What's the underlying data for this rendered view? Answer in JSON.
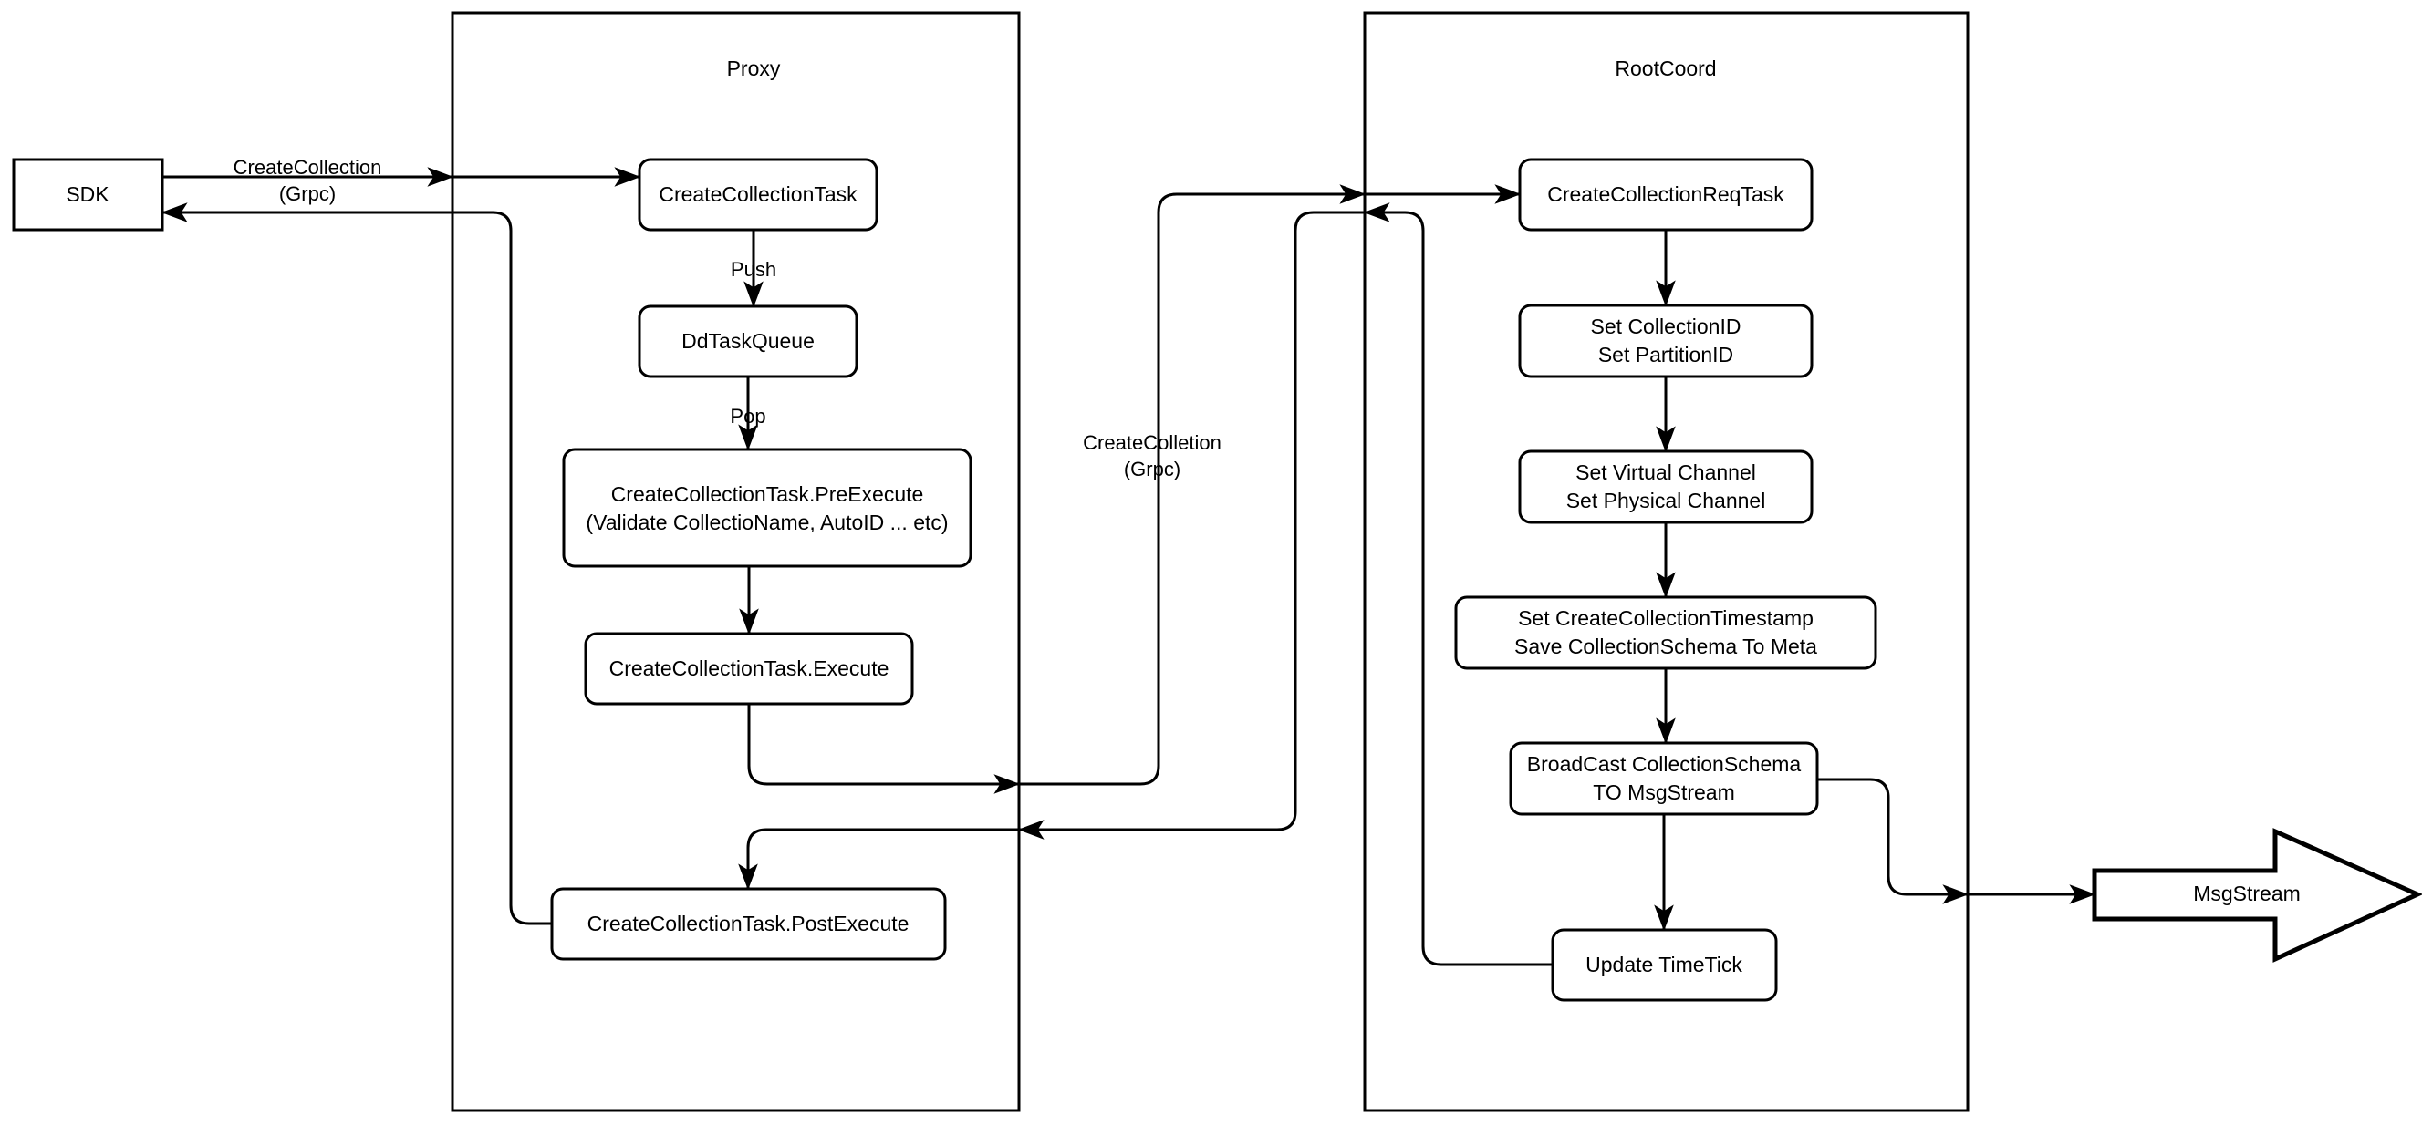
{
  "diagram": {
    "title": "CreateCollection flow",
    "background_color": "#ffffff",
    "line_color": "#000000"
  },
  "containers": [
    {
      "id": "proxy",
      "label": "Proxy"
    },
    {
      "id": "rootcoord",
      "label": "RootCoord"
    }
  ],
  "external_nodes": [
    {
      "id": "sdk",
      "label": "SDK",
      "shape": "rect"
    },
    {
      "id": "msgstream",
      "label": "MsgStream",
      "shape": "block-arrow"
    }
  ],
  "proxy_nodes": [
    {
      "id": "create_collection_task",
      "label": "CreateCollectionTask"
    },
    {
      "id": "dd_task_queue",
      "label": "DdTaskQueue"
    },
    {
      "id": "pre_execute_line1",
      "label": "CreateCollectionTask.PreExecute"
    },
    {
      "id": "pre_execute_line2",
      "label": "(Validate CollectioName, AutoID ... etc)"
    },
    {
      "id": "execute",
      "label": "CreateCollectionTask.Execute"
    },
    {
      "id": "post_execute",
      "label": "CreateCollectionTask.PostExecute"
    }
  ],
  "rootcoord_nodes": [
    {
      "id": "create_collection_req_task",
      "label": "CreateCollectionReqTask"
    },
    {
      "id": "set_ids_line1",
      "label": "Set CollectionID"
    },
    {
      "id": "set_ids_line2",
      "label": "Set PartitionID"
    },
    {
      "id": "set_channels_line1",
      "label": "Set Virtual Channel"
    },
    {
      "id": "set_channels_line2",
      "label": "Set Physical Channel"
    },
    {
      "id": "set_meta_line1",
      "label": "Set CreateCollectionTimestamp"
    },
    {
      "id": "set_meta_line2",
      "label": "Save CollectionSchema To Meta"
    },
    {
      "id": "broadcast_line1",
      "label": "BroadCast CollectionSchema"
    },
    {
      "id": "broadcast_line2",
      "label": "TO MsgStream"
    },
    {
      "id": "update_timetick",
      "label": "Update TimeTick"
    }
  ],
  "edge_labels": [
    {
      "id": "sdk_to_proxy_line1",
      "label": "CreateCollection"
    },
    {
      "id": "sdk_to_proxy_line2",
      "label": "(Grpc)"
    },
    {
      "id": "push",
      "label": "Push"
    },
    {
      "id": "pop",
      "label": "Pop"
    },
    {
      "id": "proxy_to_rootcoord_line1",
      "label": "CreateColletion"
    },
    {
      "id": "proxy_to_rootcoord_line2",
      "label": "(Grpc)"
    }
  ]
}
